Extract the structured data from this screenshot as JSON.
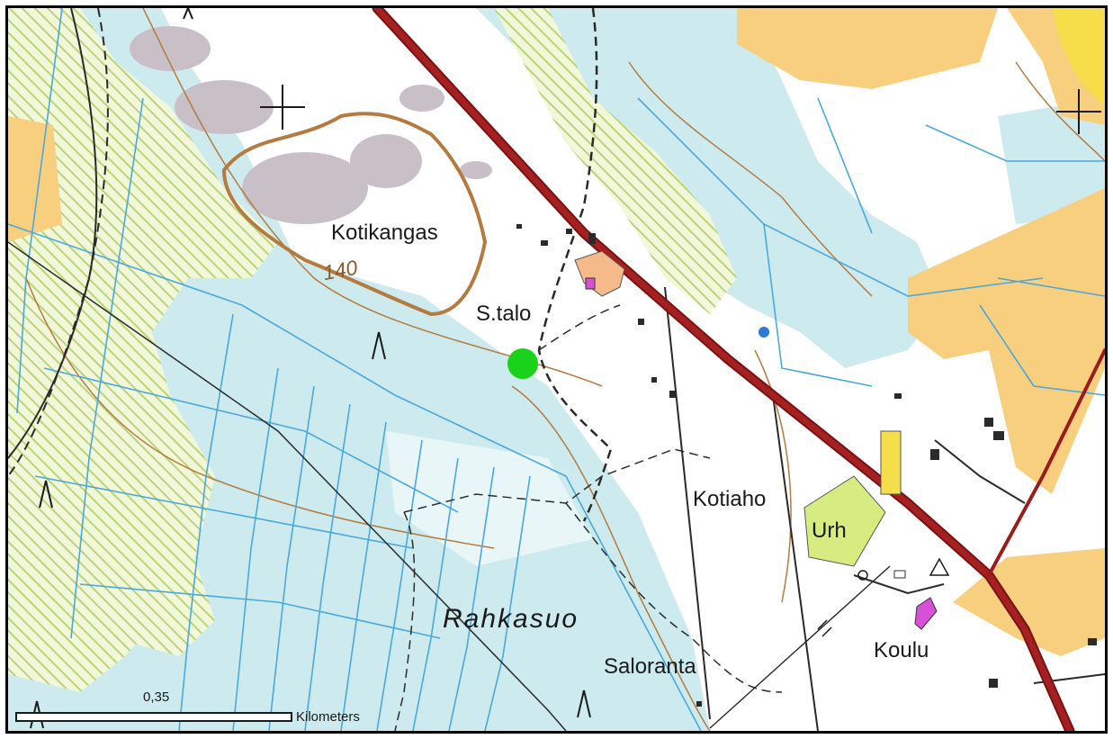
{
  "map": {
    "place_labels": {
      "kotikangas": "Kotikangas",
      "s_talo": "S.talo",
      "kotiaho": "Kotiaho",
      "urh": "Urh",
      "koulu": "Koulu",
      "saloranta": "Saloranta",
      "rahkasuo": "Rahkasuo"
    },
    "contour_label": "140",
    "scale": {
      "value_label": "0,35",
      "unit_label": "Kilometers"
    },
    "colors": {
      "field_orange": "#f7cf7f",
      "building_salmon": "#f5b98a",
      "purple_building": "#d84fd8",
      "wetland_blue": "#cdebee",
      "ditch_blue": "#4aa8dc",
      "contour_brown": "#b57a3f",
      "rock_grey": "#c9bfc6",
      "hatch_green": "#b9d47a",
      "road_red": "#9a1b1b",
      "yellow_green_area": "#d7ec80",
      "marker_green": "#19d219"
    },
    "symbols": [
      "marker-circle",
      "cross-marker",
      "meadow-symbol",
      "water-tap-icon"
    ]
  }
}
